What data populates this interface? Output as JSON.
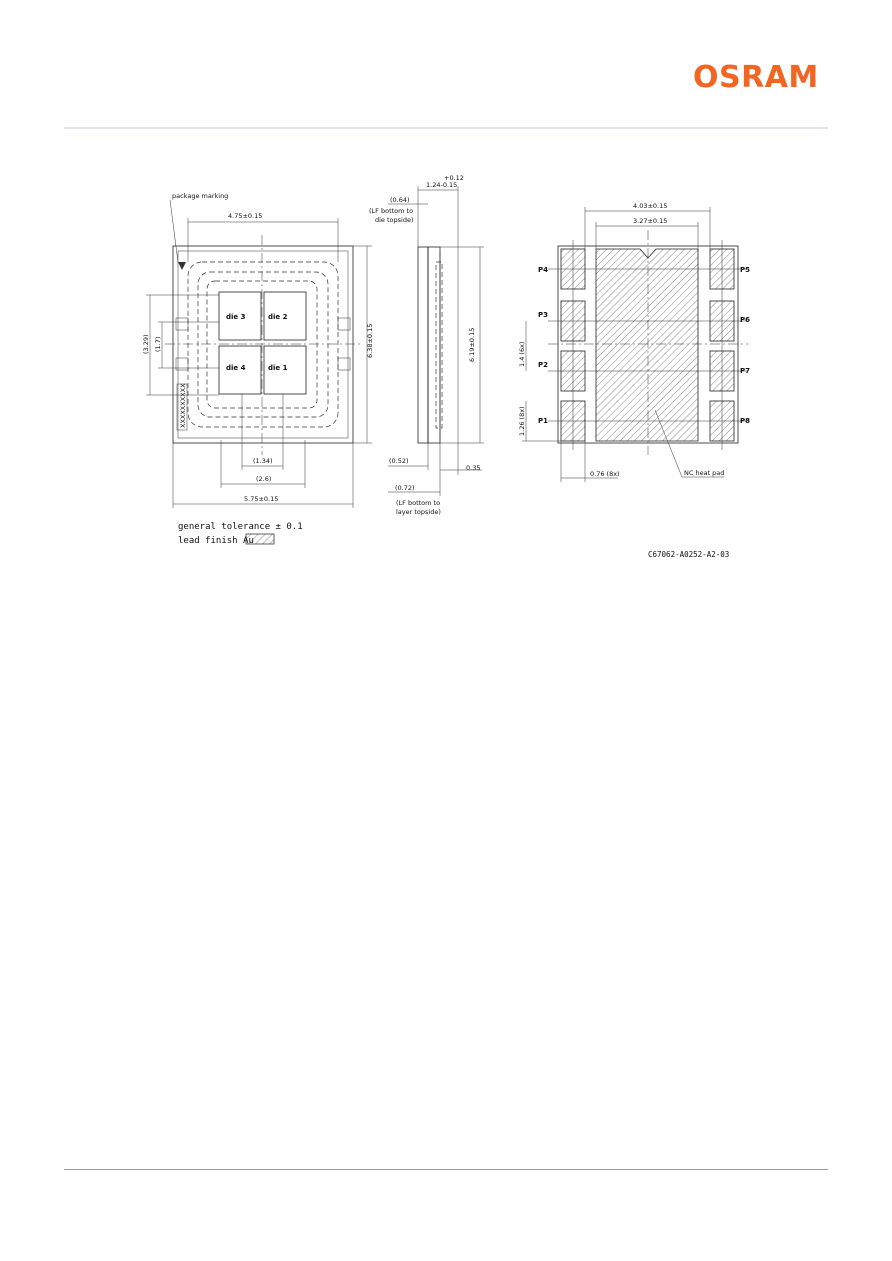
{
  "header": {
    "logo_text": "OSRAM",
    "brand_color": "#f26522"
  },
  "drawing": {
    "top_view": {
      "package_marking": "package marking",
      "dim_width_top": "4.75±0.15",
      "dim_height": "6.38±0.15",
      "dim_side_outer": "(3.29)",
      "dim_side_inner": "(1.7)",
      "dim_bottom_inner": "(1.34)",
      "dim_bottom_mid": "(2.6)",
      "dim_width_bottom": "5.75±0.15",
      "die_labels": [
        "die 3",
        "die 2",
        "die 4",
        "die 1"
      ],
      "marking_text": "XXXXXXXXXX"
    },
    "side_view": {
      "dim_top": "1.24-0.15",
      "dim_top_tol": "+0.12",
      "dim_lf_top": "(0.64)",
      "note_lf_top": "(LF bottom to",
      "note_lf_top_2": "die topside)",
      "dim_height": "6.19±0.15",
      "dim_left_bottom": "(0.52)",
      "dim_right_bottom": "0.35",
      "dim_lf_bottom": "(0.72)",
      "note_lf_bottom": "(LF bottom to",
      "note_lf_bottom_2": "layer topside)"
    },
    "bottom_view": {
      "dim_outer": "4.03±0.15",
      "dim_inner": "3.27±0.15",
      "dim_pitch": "1.4 (6x)",
      "dim_pad": "1.26 (8x)",
      "dim_pad_width": "0.76 (8x)",
      "heat_pad_label": "NC heat pad",
      "pins_left": [
        "P4",
        "P3",
        "P2",
        "P1"
      ],
      "pins_right": [
        "P5",
        "P6",
        "P7",
        "P8"
      ]
    },
    "legend": {
      "tolerance": "general tolerance ± 0.1",
      "lead_finish": "lead finish Au"
    },
    "drawing_number": "C67062-A0252-A2-03"
  }
}
